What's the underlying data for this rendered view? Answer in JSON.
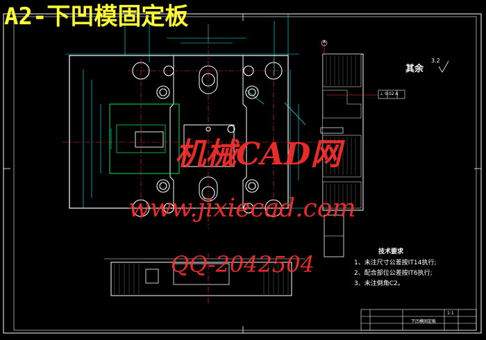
{
  "drawing": {
    "title": "A2-下凹模固定板",
    "surface_note": "其余",
    "surface_value": "3.2",
    "tolerance_box": "⊥ 0.02 A",
    "datum_a": "A",
    "tech_req": {
      "heading": "技术要求",
      "items": [
        "1、未注尺寸公差按IT14执行;",
        "2、配合部位公差按IT6执行;",
        "3、未注倒角C2。"
      ]
    },
    "title_block": {
      "part_name": "下凹模固定板",
      "scale": "1:1"
    }
  },
  "watermarks": {
    "line1": "机械CAD网",
    "line2": "www.jixiecad.com",
    "line3": "QQ-2042504"
  },
  "colors": {
    "background": "#000000",
    "outline": "#ffffff",
    "dimension": "#00ffff",
    "center_line": "#ff3030",
    "highlight": "#ffff33",
    "hidden": "#00ff00"
  }
}
